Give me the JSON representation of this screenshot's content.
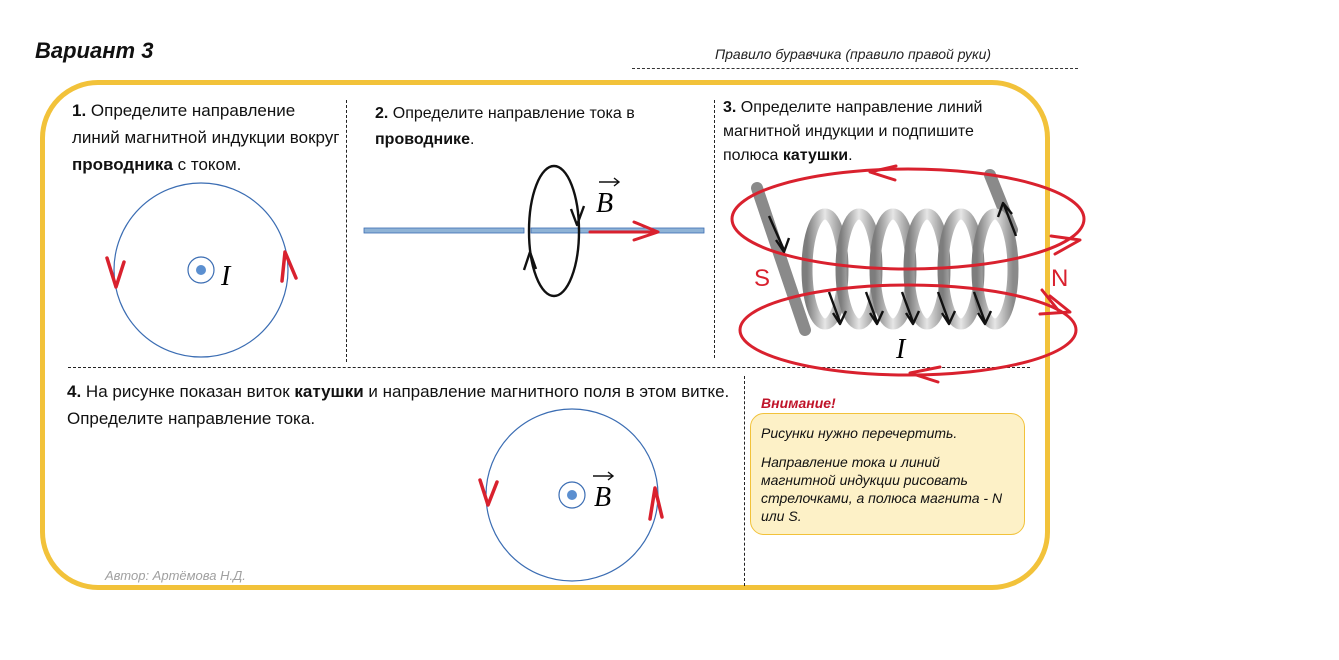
{
  "header": {
    "variant_title": "Вариант 3",
    "rule_title": "Правило буравчика (правило правой руки)"
  },
  "tasks": [
    {
      "number": "1.",
      "text_before": "Определите направление линий магнитной индукции вокруг ",
      "bold": "проводника",
      "text_after": " с током."
    },
    {
      "number": "2.",
      "text_before": "Определите направление тока в ",
      "bold": "проводнике",
      "text_after": "."
    },
    {
      "number": "3.",
      "text_before": "Определите направление линий магнитной индукции и подпишите полюса ",
      "bold": "катушки",
      "text_after": "."
    },
    {
      "number": "4.",
      "text_before": "На рисунке показан виток ",
      "bold": "катушки",
      "text_after": " и направление магнитного поля в этом витке. Определите направление тока."
    }
  ],
  "figure_labels": {
    "current_symbol": "I",
    "field_symbol": "B",
    "pole_south": "S",
    "pole_north": "N"
  },
  "note": {
    "attention": "Внимание!",
    "line1": "Рисунки нужно перечертить.",
    "line2": "Направление тока и линий магнитной индукции рисовать стрелочками, а полюса магнита -  N или S."
  },
  "footer": {
    "author": "Автор: Артёмова Н.Д."
  },
  "colors": {
    "frame": "#f2c23a",
    "annotation_red": "#d9212e",
    "circle_blue": "#3b6db3",
    "note_background": "#fdf1c7"
  }
}
